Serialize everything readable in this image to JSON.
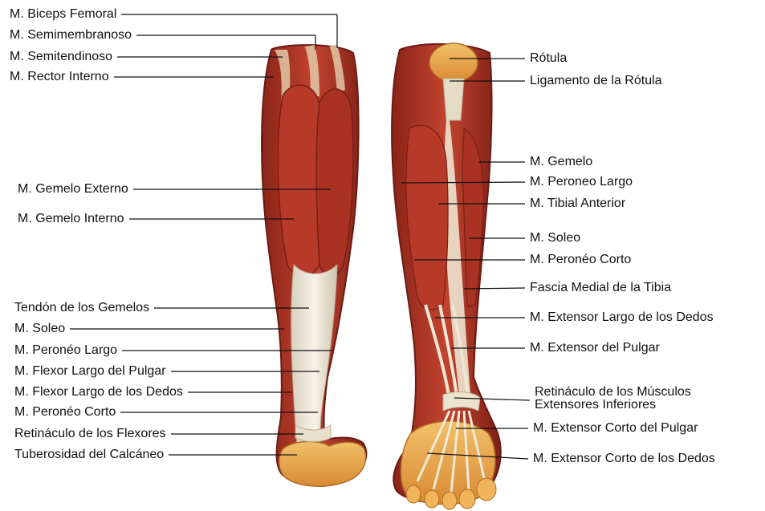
{
  "colors": {
    "muscle": "#b8382a",
    "muscle_dark": "#7a1f16",
    "muscle_light": "#d8654a",
    "tendon": "#efe9dc",
    "skin": "#e8a24a",
    "skin_light": "#f4c676",
    "leader": "#111111"
  },
  "left_labels": [
    "M. Biceps Femoral",
    "M. Semimembranoso",
    "M. Semitendinoso",
    "M. Rector Interno",
    "M. Gemelo Externo",
    "M. Gemelo Interno",
    "Tendón de los Gemelos",
    "M. Soleo",
    "M. Peronéo Largo",
    "M. Flexor Largo del Pulgar",
    "M. Flexor Largo de los Dedos",
    "M. Peronéo Corto",
    "Retináculo de los Flexores",
    "Tuberosidad del Calcáneo"
  ],
  "right_labels": [
    "Rótula",
    "Ligamento de la Rótula",
    "M. Gemelo",
    "M. Peroneo Largo",
    "M. Tibial Anterior",
    "M. Soleo",
    "M. Peronéo Corto",
    "Fascia Medial de la Tibia",
    "M. Extensor Largo de los Dedos",
    "M. Extensor del Pulgar",
    "Retináculo de los Músculos\nExtensores Inferiores",
    "M. Extensor Corto del Pulgar",
    "M. Extensor Corto de los Dedos"
  ]
}
